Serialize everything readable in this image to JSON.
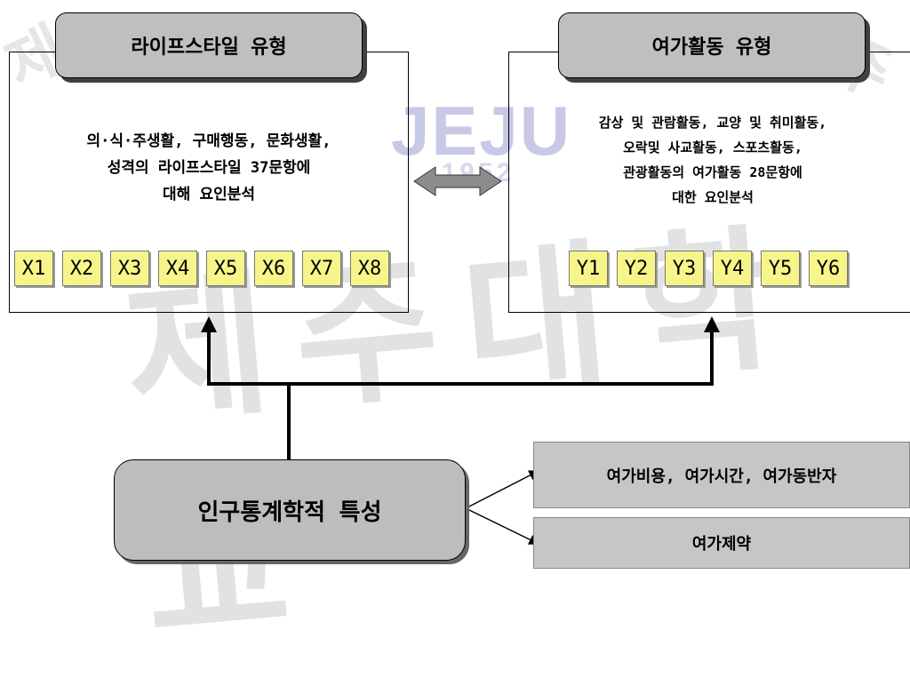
{
  "watermark": {
    "brand": "JEJU",
    "year": "1952",
    "big_text": "제주대학교",
    "corner_left": "제",
    "corner_right": "주"
  },
  "lifestyle_panel": {
    "title": "라이프스타일 유형",
    "description": [
      "의·식·주생활, 구매행동, 문화생활,",
      "성격의 라이프스타일 37문항에",
      "대해 요인분석"
    ],
    "variables": [
      "X1",
      "X2",
      "X3",
      "X4",
      "X5",
      "X6",
      "X7",
      "X8"
    ]
  },
  "leisure_panel": {
    "title": "여가활동 유형",
    "description": [
      "감상 및 관람활동, 교양 및 취미활동,",
      "오락및 사교활동, 스포츠활동,",
      "관광활동의 여가활동 28문항에",
      "대한 요인분석"
    ],
    "variables": [
      "Y1",
      "Y2",
      "Y3",
      "Y4",
      "Y5",
      "Y6"
    ]
  },
  "demographics": {
    "label": "인구통계학적 특성"
  },
  "outcomes": [
    "여가비용, 여가시간, 여가동반자",
    "여가제약"
  ],
  "colors": {
    "tab_fill": "#bfbfbf",
    "variable_fill": "#f7f58a",
    "arrow_fill": "#8c8c8c",
    "outcome_fill": "#c6c6c6"
  }
}
